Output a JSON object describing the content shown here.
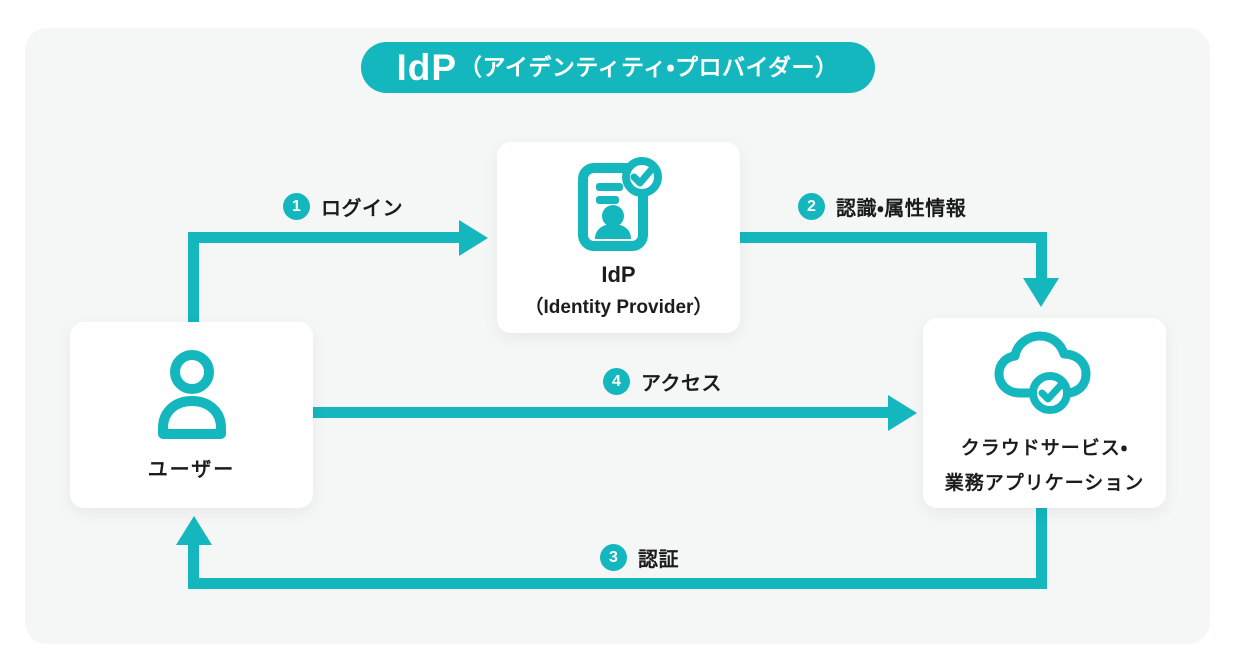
{
  "colors": {
    "accent": "#14b7bd",
    "text": "#1c1c1c",
    "panel_background": "#f5f6f6",
    "card_background": "#ffffff",
    "flow_number_text": "#ffffff"
  },
  "title": {
    "main": "IdP",
    "sub": "（アイデンティティ・プロバイダー）"
  },
  "nodes": {
    "user": {
      "label": "ユーザー",
      "icon": "person-icon"
    },
    "idp": {
      "label_line1": "IdP",
      "label_line2": "（Identity Provider）",
      "icon": "id-card-check-icon"
    },
    "cloud": {
      "label_line1": "クラウドサービス・",
      "label_line2": "業務アプリケーション",
      "icon": "cloud-check-icon"
    }
  },
  "flows": [
    {
      "number": "1",
      "label": "ログイン",
      "from": "user",
      "to": "idp"
    },
    {
      "number": "2",
      "label": "認識・属性情報",
      "from": "idp",
      "to": "cloud"
    },
    {
      "number": "3",
      "label": "認証",
      "from": "cloud",
      "to": "user"
    },
    {
      "number": "4",
      "label": "アクセス",
      "from": "user",
      "to": "cloud"
    }
  ]
}
